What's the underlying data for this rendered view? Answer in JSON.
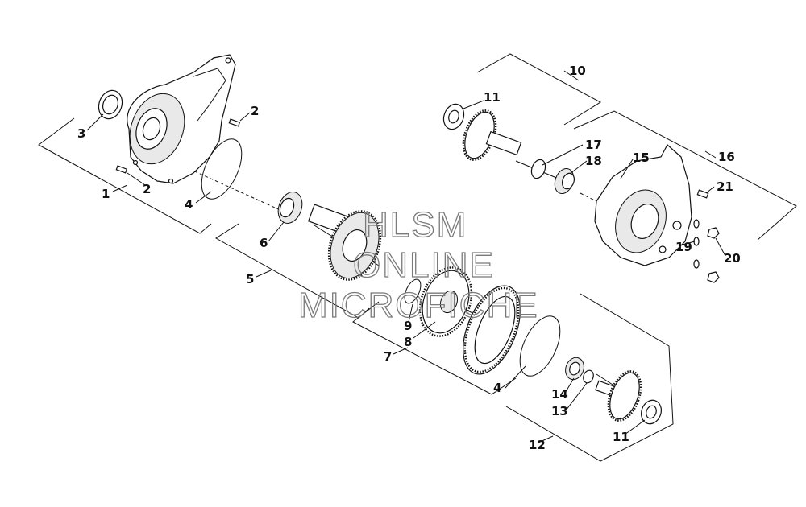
{
  "labels": [
    "1",
    "2",
    "2",
    "3",
    "4",
    "4",
    "5",
    "6",
    "7",
    "8",
    "9",
    "10",
    "11",
    "11",
    "12",
    "13",
    "14",
    "15",
    "16",
    "17",
    "18",
    "19",
    "20",
    "21"
  ],
  "watermark": {
    "line1": "HLSM",
    "line2": "ONLINE",
    "line3": "MICROFICHE"
  }
}
